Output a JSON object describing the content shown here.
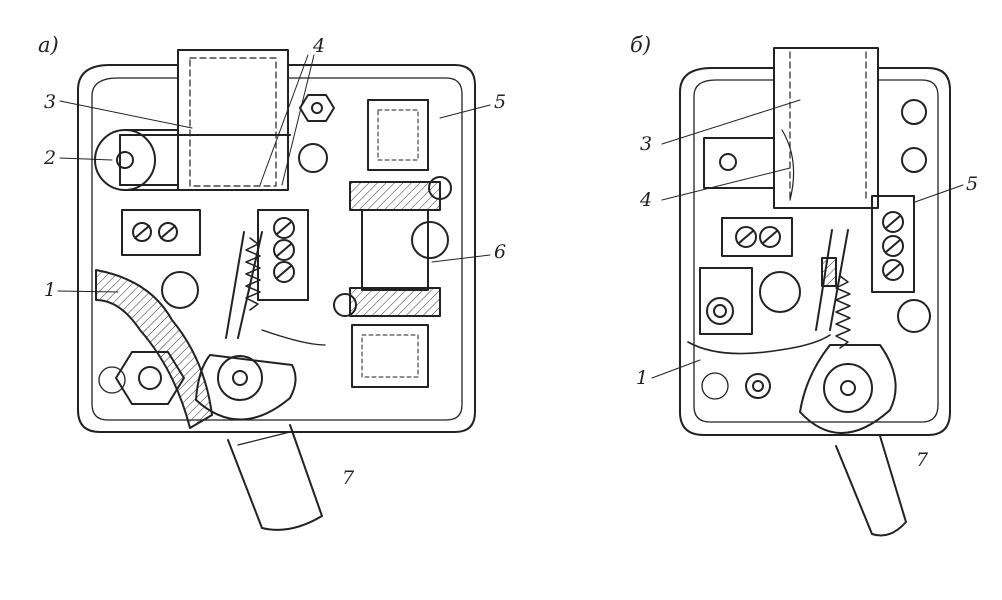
{
  "figure_a": {
    "panel_label": "а)",
    "labels": {
      "l1": "1",
      "l2": "2",
      "l3": "3",
      "l4": "4",
      "l5": "5",
      "l6": "6",
      "l7": "7"
    }
  },
  "figure_b": {
    "panel_label": "б)",
    "labels": {
      "l1": "1",
      "l3": "3",
      "l4": "4",
      "l5": "5",
      "l7": "7"
    }
  },
  "colors": {
    "ink": "#222222",
    "paper": "#ffffff"
  }
}
